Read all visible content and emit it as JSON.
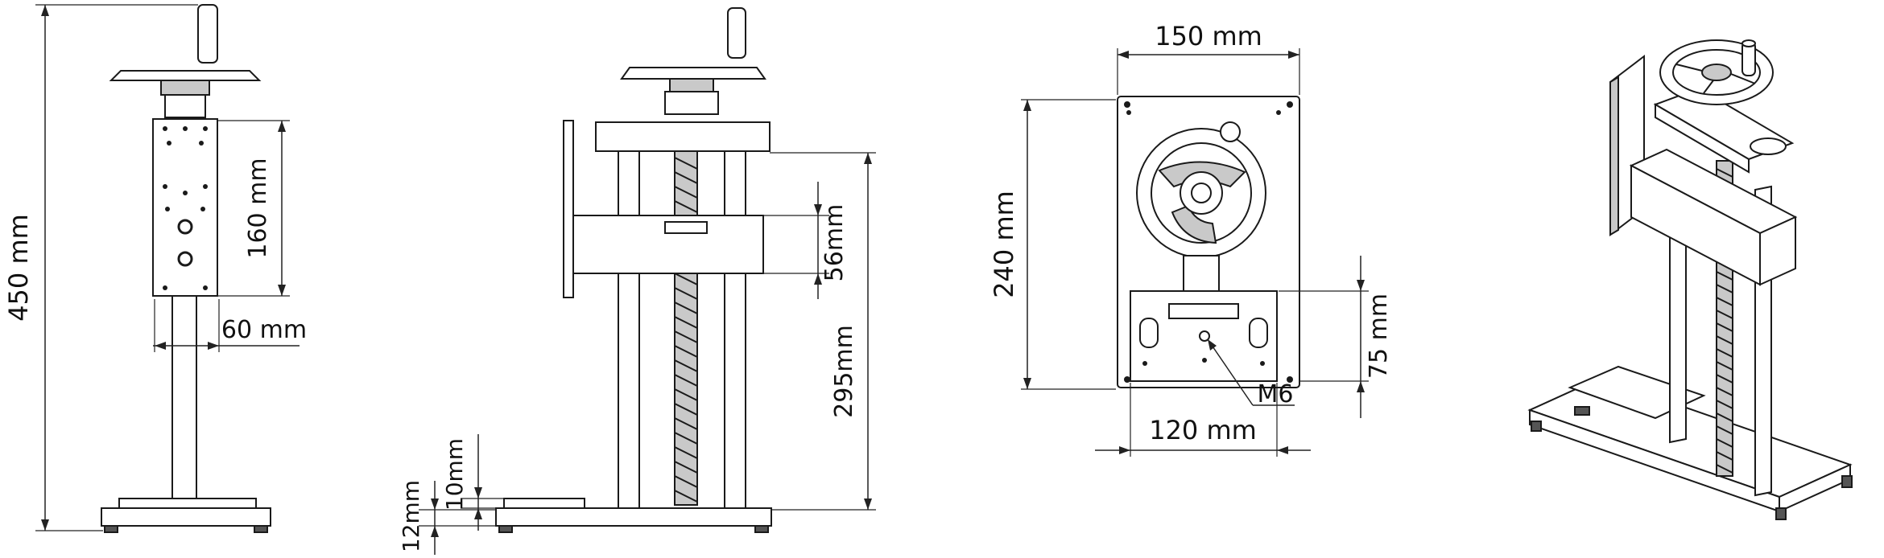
{
  "dimensions": {
    "front_height": "450 mm",
    "front_plate_height": "160 mm",
    "front_column_width": "60 mm",
    "side_clamp_height": "56mm",
    "side_column_height": "295mm",
    "side_base_gap": "10mm",
    "side_base_thickness": "12mm",
    "top_width": "150 mm",
    "top_height": "240 mm",
    "top_slot_height": "75 mm",
    "top_slot_width": "120 mm",
    "top_thread_label": "M6"
  }
}
